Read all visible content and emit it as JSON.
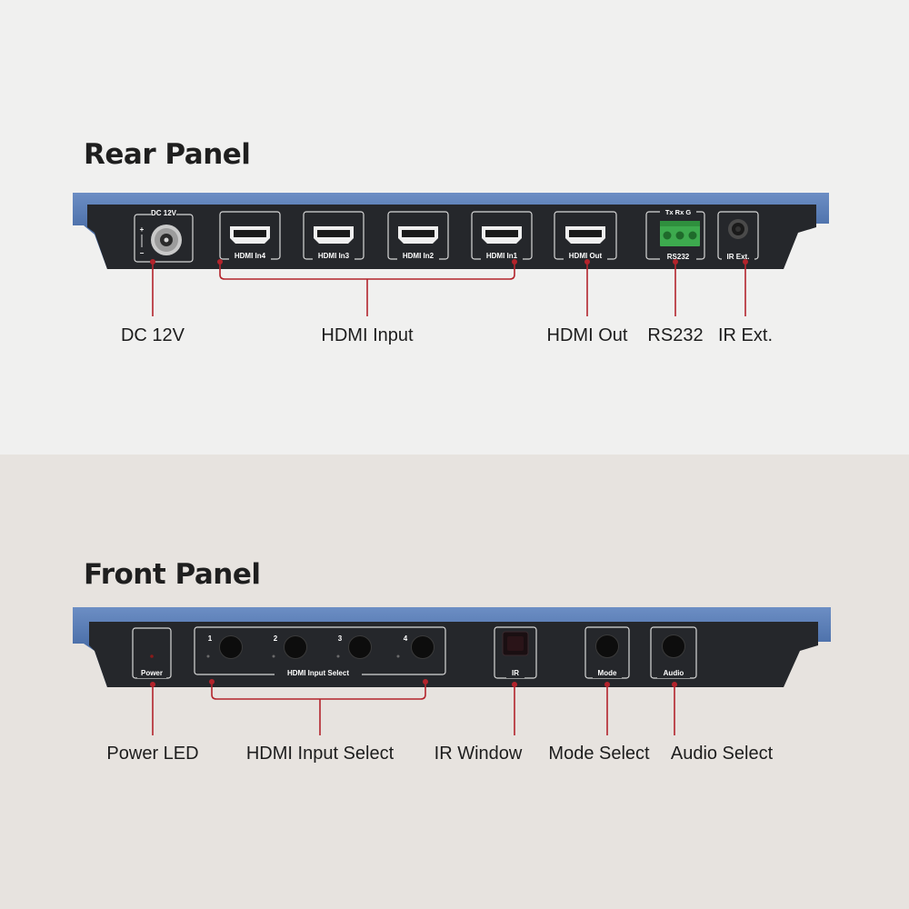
{
  "rear": {
    "title": "Rear Panel",
    "panel_labels": {
      "dc": "DC 12V",
      "in4": "HDMI In4",
      "in3": "HDMI In3",
      "in2": "HDMI In2",
      "in1": "HDMI In1",
      "out": "HDMI Out",
      "rs232": "RS232",
      "txrxg": "Tx  Rx  G",
      "ir": "IR Ext."
    },
    "callouts": {
      "dc": "DC 12V",
      "hdmi_input": "HDMI Input",
      "hdmi_out": "HDMI Out",
      "rs232": "RS232",
      "ir_ext": "IR Ext."
    }
  },
  "front": {
    "title": "Front Panel",
    "panel_labels": {
      "power": "Power",
      "btn1": "1",
      "btn2": "2",
      "btn3": "3",
      "btn4": "4",
      "hdmi_select": "HDMI Input Select",
      "ir": "IR",
      "mode": "Mode",
      "audio": "Audio"
    },
    "callouts": {
      "power_led": "Power LED",
      "hdmi_input_select": "HDMI Input Select",
      "ir_window": "IR Window",
      "mode_select": "Mode Select",
      "audio_select": "Audio Select"
    }
  },
  "colors": {
    "chassis_blue": "#4a6ea8",
    "panel_face": "#25272b",
    "callout_red": "#b3242c",
    "terminal_green": "#3daa4e"
  }
}
